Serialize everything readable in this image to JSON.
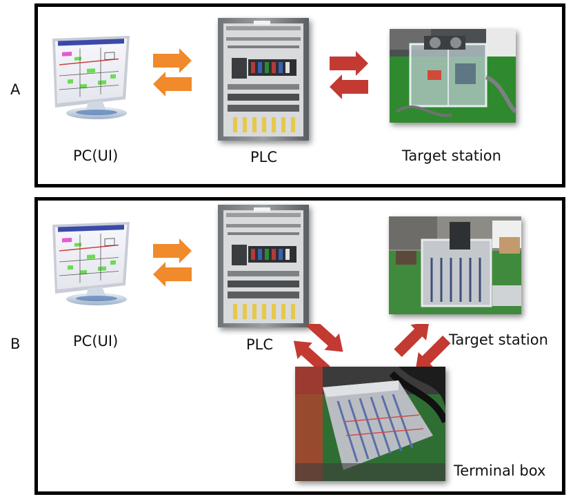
{
  "panels": {
    "a": {
      "letter": "A",
      "labels": {
        "pc": "PC(UI)",
        "plc": "PLC",
        "target": "Target station"
      }
    },
    "b": {
      "letter": "B",
      "labels": {
        "pc": "PC(UI)",
        "plc": "PLC",
        "target": "Target station",
        "terminal": "Terminal box"
      }
    }
  },
  "colors": {
    "orange_arrow": "#f08a2a",
    "red_arrow": "#c23a32",
    "border": "#000000"
  },
  "icons": {
    "pc": "computer-monitor-icon",
    "plc": "plc-cabinet-photo",
    "target": "target-station-photo",
    "terminal": "terminal-box-photo"
  }
}
